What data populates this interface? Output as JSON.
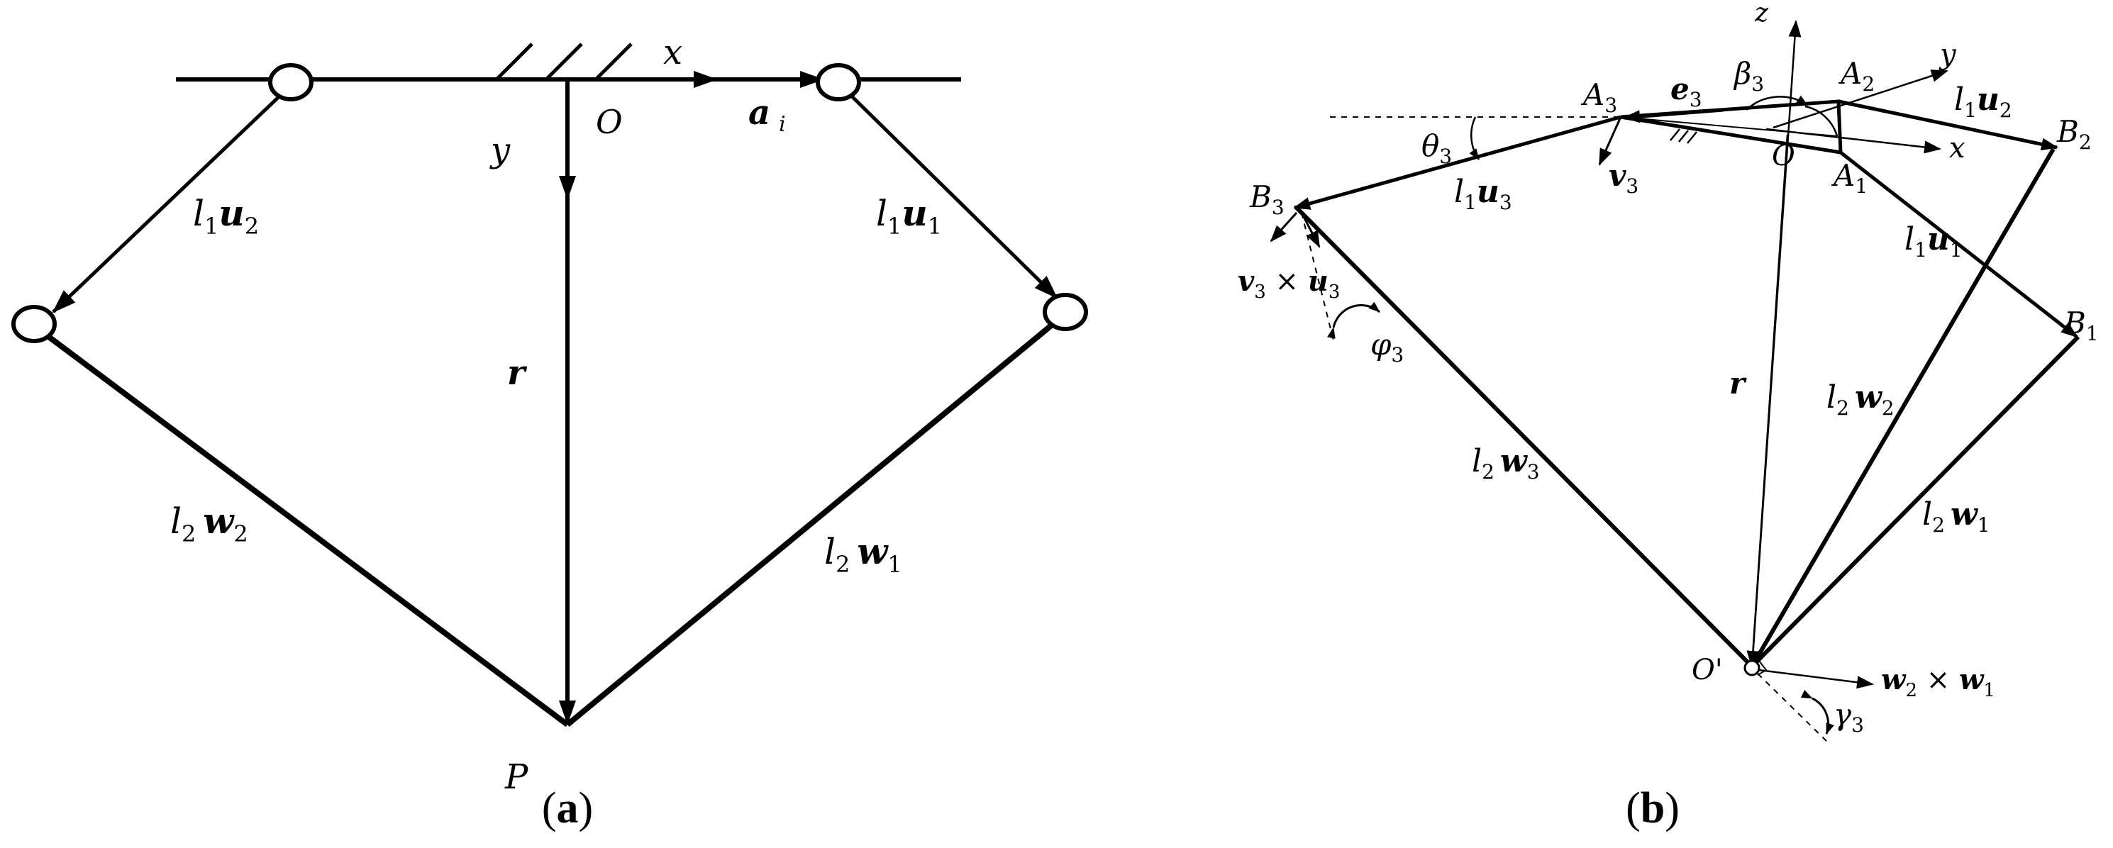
{
  "figure_a": {
    "caption_open": "(",
    "caption_letter": "a",
    "caption_close": ")",
    "labels": {
      "x_axis": "x",
      "y_axis": "y",
      "origin": "O",
      "point_p": "P",
      "vec_r": "r",
      "a_main": "a",
      "a_sub": "i",
      "l1u2_l": "l",
      "l1u2_1": "1",
      "l1u2_v": "u",
      "l1u2_2": "2",
      "l1u1_l": "l",
      "l1u1_1": "1",
      "l1u1_v": "u",
      "l1u1_2": "1",
      "l2w2_l": "l",
      "l2w2_1": "2",
      "l2w2_v": "w",
      "l2w2_2": "2",
      "l2w1_l": "l",
      "l2w1_1": "2",
      "l2w1_v": "w",
      "l2w1_2": "1"
    }
  },
  "figure_b": {
    "caption_open": "(",
    "caption_letter": "b",
    "caption_close": ")",
    "labels": {
      "z_axis": "z",
      "y_axis": "y",
      "x_axis": "x",
      "origin": "O",
      "origin_prime": "O'",
      "A3": "A",
      "A3s": "3",
      "A2": "A",
      "A2s": "2",
      "A1": "A",
      "A1s": "1",
      "B3": "B",
      "B3s": "3",
      "B2": "B",
      "B2s": "2",
      "B1": "B",
      "B1s": "1",
      "e3": "e",
      "e3s": "3",
      "beta3": "β",
      "beta3s": "3",
      "theta3": "θ",
      "theta3s": "3",
      "v3": "v",
      "v3s": "3",
      "phi3": "φ",
      "phi3s": "3",
      "gamma3": "γ",
      "gamma3s": "3",
      "r": "r",
      "v3xu3_v": "v",
      "v3xu3_vs": "3",
      "v3xu3_x": " × ",
      "v3xu3_u": "u",
      "v3xu3_us": "3",
      "w2xw1_w": "w",
      "w2xw1_ws": "2",
      "w2xw1_x": " × ",
      "w2xw1_w2": "w",
      "w2xw1_w2s": "1",
      "l1u3_l": "l",
      "l1u3_1": "1",
      "l1u3_v": "u",
      "l1u3_2": "3",
      "l1u2_l": "l",
      "l1u2_1": "1",
      "l1u2_v": "u",
      "l1u2_2": "2",
      "l1u1_l": "l",
      "l1u1_1": "1",
      "l1u1_v": "u",
      "l1u1_2": "1",
      "l2w3_l": "l",
      "l2w3_1": "2",
      "l2w3_v": "w",
      "l2w3_2": "3",
      "l2w2_l": "l",
      "l2w2_1": "2",
      "l2w2_v": "w",
      "l2w2_2": "2",
      "l2w1_l": "l",
      "l2w1_1": "2",
      "l2w1_v": "w",
      "l2w1_2": "1"
    }
  }
}
